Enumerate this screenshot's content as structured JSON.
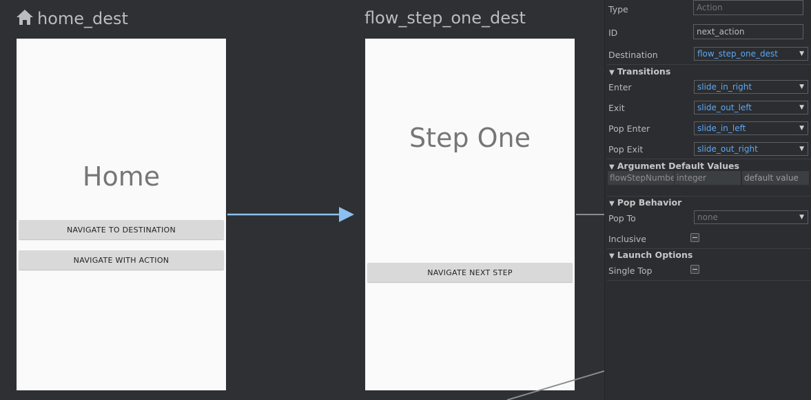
{
  "canvas": {
    "destinations": [
      {
        "title": "home_dest",
        "start_icon": "home-icon",
        "heading": "Home",
        "buttons": [
          "NAVIGATE TO DESTINATION",
          "NAVIGATE WITH ACTION"
        ]
      },
      {
        "title": "flow_step_one_dest",
        "heading": "Step One",
        "buttons": [
          "NAVIGATE NEXT STEP"
        ]
      }
    ],
    "colors": {
      "action_arrow": "#8cc0f2",
      "screen_bg": "#fafafa",
      "canvas_bg": "#2e3033"
    }
  },
  "panel": {
    "type": {
      "label": "Type",
      "placeholder": "Action"
    },
    "id": {
      "label": "ID",
      "value": "next_action"
    },
    "destination": {
      "label": "Destination",
      "value": "flow_step_one_dest"
    },
    "transitions": {
      "title": "Transitions",
      "enter": {
        "label": "Enter",
        "value": "slide_in_right"
      },
      "exit": {
        "label": "Exit",
        "value": "slide_out_left"
      },
      "pop_enter": {
        "label": "Pop Enter",
        "value": "slide_in_left"
      },
      "pop_exit": {
        "label": "Pop Exit",
        "value": "slide_out_right"
      }
    },
    "arguments": {
      "title": "Argument Default Values",
      "name": "flowStepNumbe",
      "type": "integer",
      "default_placeholder": "default value"
    },
    "pop_behavior": {
      "title": "Pop Behavior",
      "pop_to": {
        "label": "Pop To",
        "value": "none"
      },
      "inclusive": {
        "label": "Inclusive"
      }
    },
    "launch_options": {
      "title": "Launch Options",
      "single_top": {
        "label": "Single Top"
      }
    },
    "colors": {
      "link_value": "#5da8f5",
      "label": "#bbbbbb"
    }
  }
}
